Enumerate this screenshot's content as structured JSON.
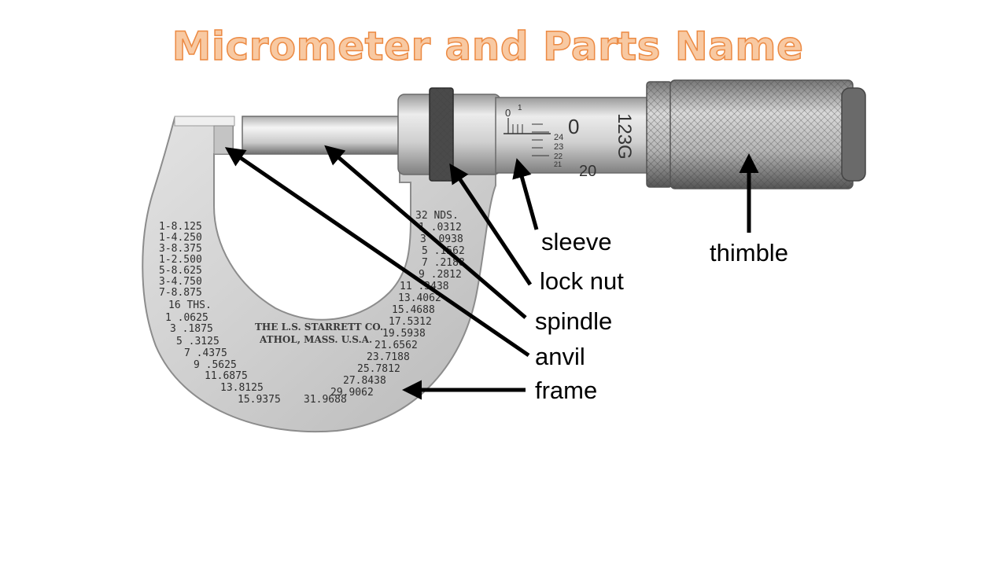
{
  "title": "Micrometer and Parts Name",
  "labels": {
    "sleeve": "sleeve",
    "thimble": "thimble",
    "lock_nut": "lock nut",
    "spindle": "spindle",
    "anvil": "anvil",
    "frame": "frame"
  },
  "maker": {
    "line1": "THE L.S. STARRETT CO.",
    "line2": "ATHOL, MASS. U.S.A."
  },
  "scale_left": [
    "1-8.125",
    "1-4.250",
    "3-8.375",
    "1-2.500",
    "5-8.625",
    "3-4.750",
    "7-8.875",
    "16 THS.",
    "1 .0625",
    "3 .1875",
    "5 .3125",
    "7 .4375",
    "9 .5625",
    "11.6875",
    "13.8125",
    "15.9375"
  ],
  "scale_right": [
    "32 NDS.",
    "1 .0312",
    "3 .0938",
    "5 .1562",
    "7 .2188",
    "9 .2812",
    "11 .3438",
    "13.4062",
    "15.4688",
    "17.5312",
    "19.5938",
    "21.6562",
    "23.7188",
    "25.7812",
    "27.8438",
    "29.9062",
    "31.9688"
  ],
  "sleeve_numbers": [
    "0",
    "1"
  ],
  "thimble_numbers": [
    "24",
    "23",
    "22",
    "21",
    "20"
  ],
  "thimble_big_digit": "0",
  "thimble_marking": "123G",
  "colors": {
    "title_fill": "#f8c9a2",
    "title_stroke": "#ec8a43",
    "frame": "#d4d4d4",
    "arrow": "#000000"
  }
}
